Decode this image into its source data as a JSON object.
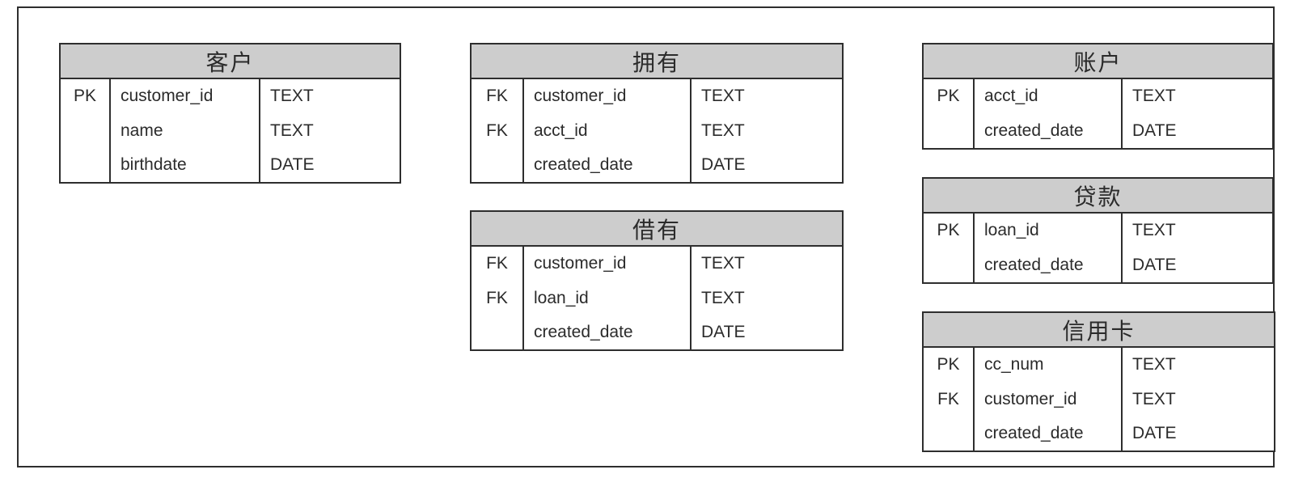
{
  "diagram": {
    "kind": "entity-relationship-schema",
    "colors": {
      "header_bg": "#cdcdcd",
      "border": "#2e2e2e",
      "text": "#2b2b2b",
      "background": "#ffffff"
    },
    "tables": [
      {
        "id": "customer",
        "title": "客户",
        "columns": [
          {
            "key": "PK",
            "name": "customer_id",
            "type": "TEXT"
          },
          {
            "key": "",
            "name": "name",
            "type": "TEXT"
          },
          {
            "key": "",
            "name": "birthdate",
            "type": "DATE"
          }
        ]
      },
      {
        "id": "owns",
        "title": "拥有",
        "columns": [
          {
            "key": "FK",
            "name": "customer_id",
            "type": "TEXT"
          },
          {
            "key": "FK",
            "name": "acct_id",
            "type": "TEXT"
          },
          {
            "key": "",
            "name": "created_date",
            "type": "DATE"
          }
        ]
      },
      {
        "id": "borrows",
        "title": "借有",
        "columns": [
          {
            "key": "FK",
            "name": "customer_id",
            "type": "TEXT"
          },
          {
            "key": "FK",
            "name": "loan_id",
            "type": "TEXT"
          },
          {
            "key": "",
            "name": "created_date",
            "type": "DATE"
          }
        ]
      },
      {
        "id": "account",
        "title": "账户",
        "columns": [
          {
            "key": "PK",
            "name": "acct_id",
            "type": "TEXT"
          },
          {
            "key": "",
            "name": "created_date",
            "type": "DATE"
          }
        ]
      },
      {
        "id": "loan",
        "title": "贷款",
        "columns": [
          {
            "key": "PK",
            "name": "loan_id",
            "type": "TEXT"
          },
          {
            "key": "",
            "name": "created_date",
            "type": "DATE"
          }
        ]
      },
      {
        "id": "credit_card",
        "title": "信用卡",
        "columns": [
          {
            "key": "PK",
            "name": "cc_num",
            "type": "TEXT"
          },
          {
            "key": "FK",
            "name": "customer_id",
            "type": "TEXT"
          },
          {
            "key": "",
            "name": "created_date",
            "type": "DATE"
          }
        ]
      }
    ]
  }
}
